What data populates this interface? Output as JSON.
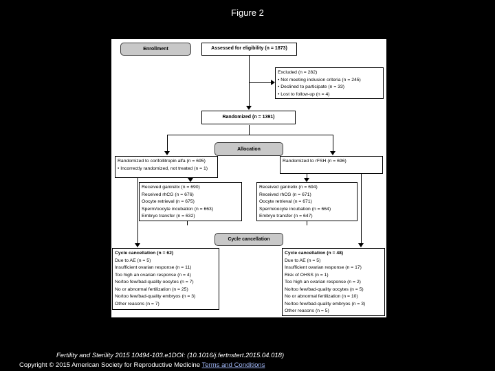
{
  "window": {
    "title": "Figure 2"
  },
  "figure": {
    "stages": {
      "enrollment": "Enrollment",
      "allocation": "Allocation",
      "cancellation": "Cycle cancellation"
    },
    "enrollment": {
      "assessed": "Assessed for eligibility (n = 1873)",
      "excluded": {
        "header": "Excluded (n = 282)",
        "reasons": [
          "• Not meeting inclusion criteria (n = 245)",
          "• Declined to participate (n = 33)",
          "• Lost to follow-up (n = 4)"
        ]
      },
      "randomized": "Randomized (n = 1391)"
    },
    "allocation": {
      "corifollitropin": {
        "header": "Randomized to corifollitropin alfa (n = 695)",
        "note": "• Incorrectly randomized, not treated (n = 1)",
        "treatment": [
          "Received ganirelix (n = 690)",
          "Received rhCG (n = 676)",
          "Oocyte retrieval (n = 675)",
          "Sperm/oocyte incubation (n = 663)",
          "Embryo transfer (n = 632)"
        ]
      },
      "rfsh": {
        "header": "Randomized to rFSH (n = 696)",
        "treatment": [
          "Received ganirelix (n = 694)",
          "Received rhCG (n = 671)",
          "Oocyte retrieval (n = 671)",
          "Sperm/oocyte incubation (n = 664)",
          "Embryo transfer (n = 647)"
        ]
      }
    },
    "cancellation": {
      "corifollitropin": {
        "header": "Cycle cancellation (n = 62)",
        "reasons": [
          "Due to AE (n = 5)",
          "Insufficient ovarian response (n = 11)",
          "Too high an ovarian response (n = 4)",
          "No/too few/bad-quality oocytes (n = 7)",
          "No or abnormal fertilization (n = 25)",
          "No/too few/bad-quality embryos (n = 3)",
          "Other reasons (n = 7)"
        ]
      },
      "rfsh": {
        "header": "Cycle cancellation (n = 48)",
        "reasons": [
          "Due to AE (n = 5)",
          "Insufficient ovarian response (n = 17)",
          "Risk of OHSS (n = 1)",
          "Too high an ovarian response (n = 2)",
          "No/too few/bad-quality oocytes (n = 5)",
          "No or abnormal fertilization (n = 10)",
          "No/too few/bad-quality embryos (n = 3)",
          "Other reasons (n = 5)"
        ]
      }
    }
  },
  "footer": {
    "citation": "Fertility and Sterility 2015 10494-103.e1DOI: (10.1016/j.fertnstert.2015.04.018)",
    "copyright": "Copyright © 2015 American Society for Reproductive Medicine ",
    "terms_link": "Terms and Conditions"
  },
  "colors": {
    "page_bg": "#000000",
    "panel_bg": "#ffffff",
    "stage_fill": "#c8c8c8",
    "link": "#9fb6f5"
  }
}
